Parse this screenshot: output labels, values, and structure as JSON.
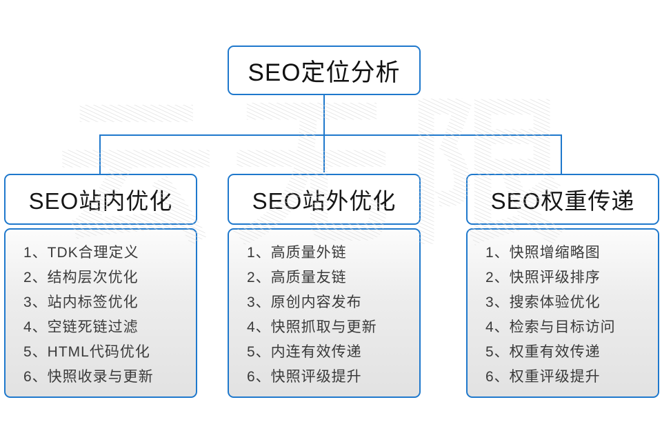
{
  "diagram": {
    "root": {
      "title": "SEO定位分析"
    },
    "columns": [
      {
        "title": "SEO站内优化",
        "items": [
          "1、TDK合理定义",
          "2、结构层次优化",
          "3、站内标签优化",
          "4、空链死链过滤",
          "5、HTML代码优化",
          "6、快照收录与更新"
        ]
      },
      {
        "title": "SEO站外优化",
        "items": [
          "1、高质量外链",
          "2、高质量友链",
          "3、原创内容发布",
          "4、快照抓取与更新",
          "5、内连有效传递",
          "6、快照评级提升"
        ]
      },
      {
        "title": "SEO权重传递",
        "items": [
          "1、快照增缩略图",
          "2、快照评级排序",
          "3、搜索体验优化",
          "4、检索与目标访问",
          "5、权重有效传递",
          "6、权重评级提升"
        ]
      }
    ],
    "watermark": "云无限",
    "colors": {
      "accent": "#1e78cc",
      "heading_text": "#111111",
      "item_text": "#3a3a3a",
      "watermark_gray": "#dcdcdc"
    }
  }
}
